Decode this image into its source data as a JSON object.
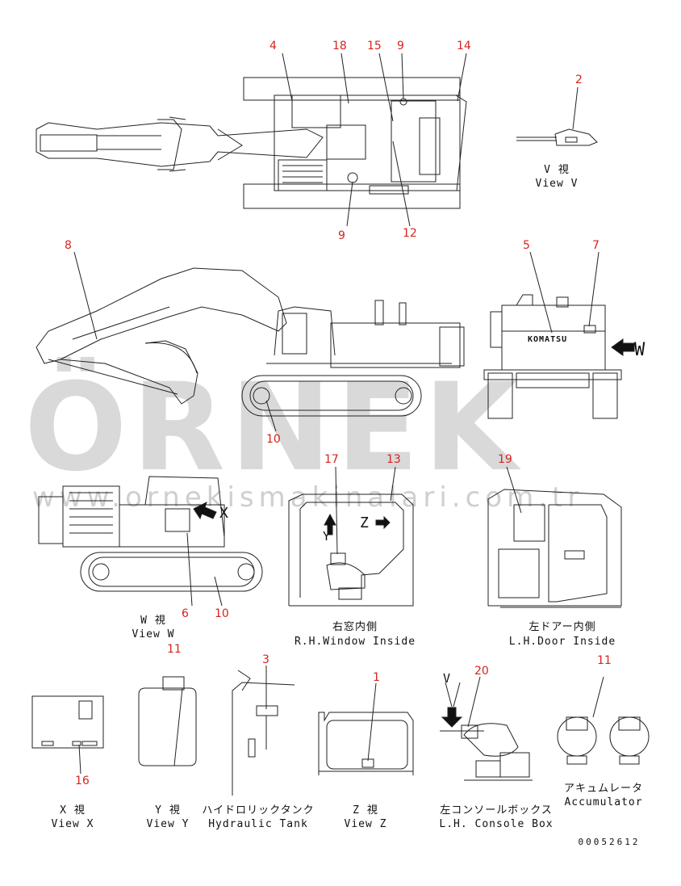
{
  "watermark": {
    "brand": "ÖRNEK",
    "url": "www.ornekismakinalari.com.tr"
  },
  "drawing_no": "00052612",
  "callouts": {
    "c1": "1",
    "c2": "2",
    "c3": "3",
    "c4": "4",
    "c5": "5",
    "c6": "6",
    "c7": "7",
    "c8": "8",
    "c9a": "9",
    "c9b": "9",
    "c10a": "10",
    "c10b": "10",
    "c11a": "11",
    "c11b": "11",
    "c12": "12",
    "c13": "13",
    "c14": "14",
    "c15": "15",
    "c16": "16",
    "c17": "17",
    "c18": "18",
    "c19": "19",
    "c20": "20"
  },
  "views": {
    "v": {
      "jp": "V 視",
      "en": "View V"
    },
    "w": {
      "jp": "W 視",
      "en": "View W"
    },
    "rh_window": {
      "jp": "右窓内側",
      "en": "R.H.Window Inside"
    },
    "lh_door": {
      "jp": "左ドアー内側",
      "en": "L.H.Door Inside"
    },
    "x": {
      "jp": "X 視",
      "en": "View X"
    },
    "y": {
      "jp": "Y 視",
      "en": "View Y"
    },
    "hyd": {
      "jp": "ハイドロリックタンク",
      "en": "Hydraulic Tank"
    },
    "z": {
      "jp": "Z 視",
      "en": "View Z"
    },
    "console": {
      "jp": "左コンソールボックス",
      "en": "L.H. Console Box"
    },
    "acc": {
      "jp": "アキュムレータ",
      "en": "Accumulator"
    }
  },
  "arrow_letters": {
    "w": "W",
    "x": "X",
    "y": "Y",
    "z": "Z",
    "v": "V"
  },
  "brand_on_machine": "KOMATSU"
}
